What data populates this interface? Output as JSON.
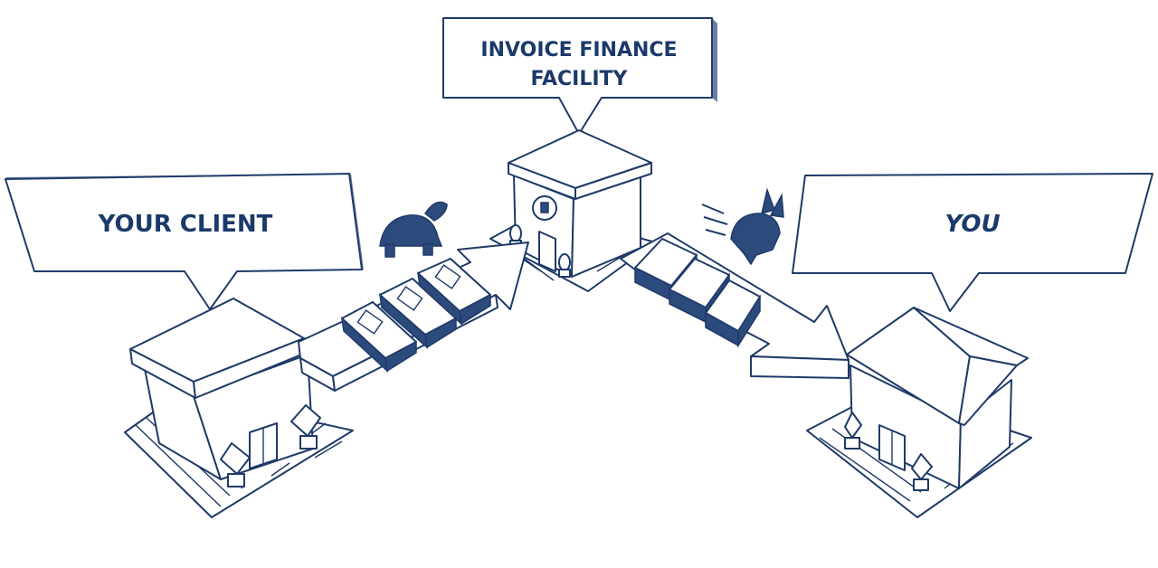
{
  "labels": {
    "client": "YOUR CLIENT",
    "facility_line1": "INVOICE FINANCE",
    "facility_line2": "FACILITY",
    "you": "YOU"
  },
  "icons": {
    "slow": "tortoise-icon",
    "fast": "hare-icon"
  },
  "colors": {
    "ink": "#1b3a6b",
    "background": "#ffffff"
  }
}
